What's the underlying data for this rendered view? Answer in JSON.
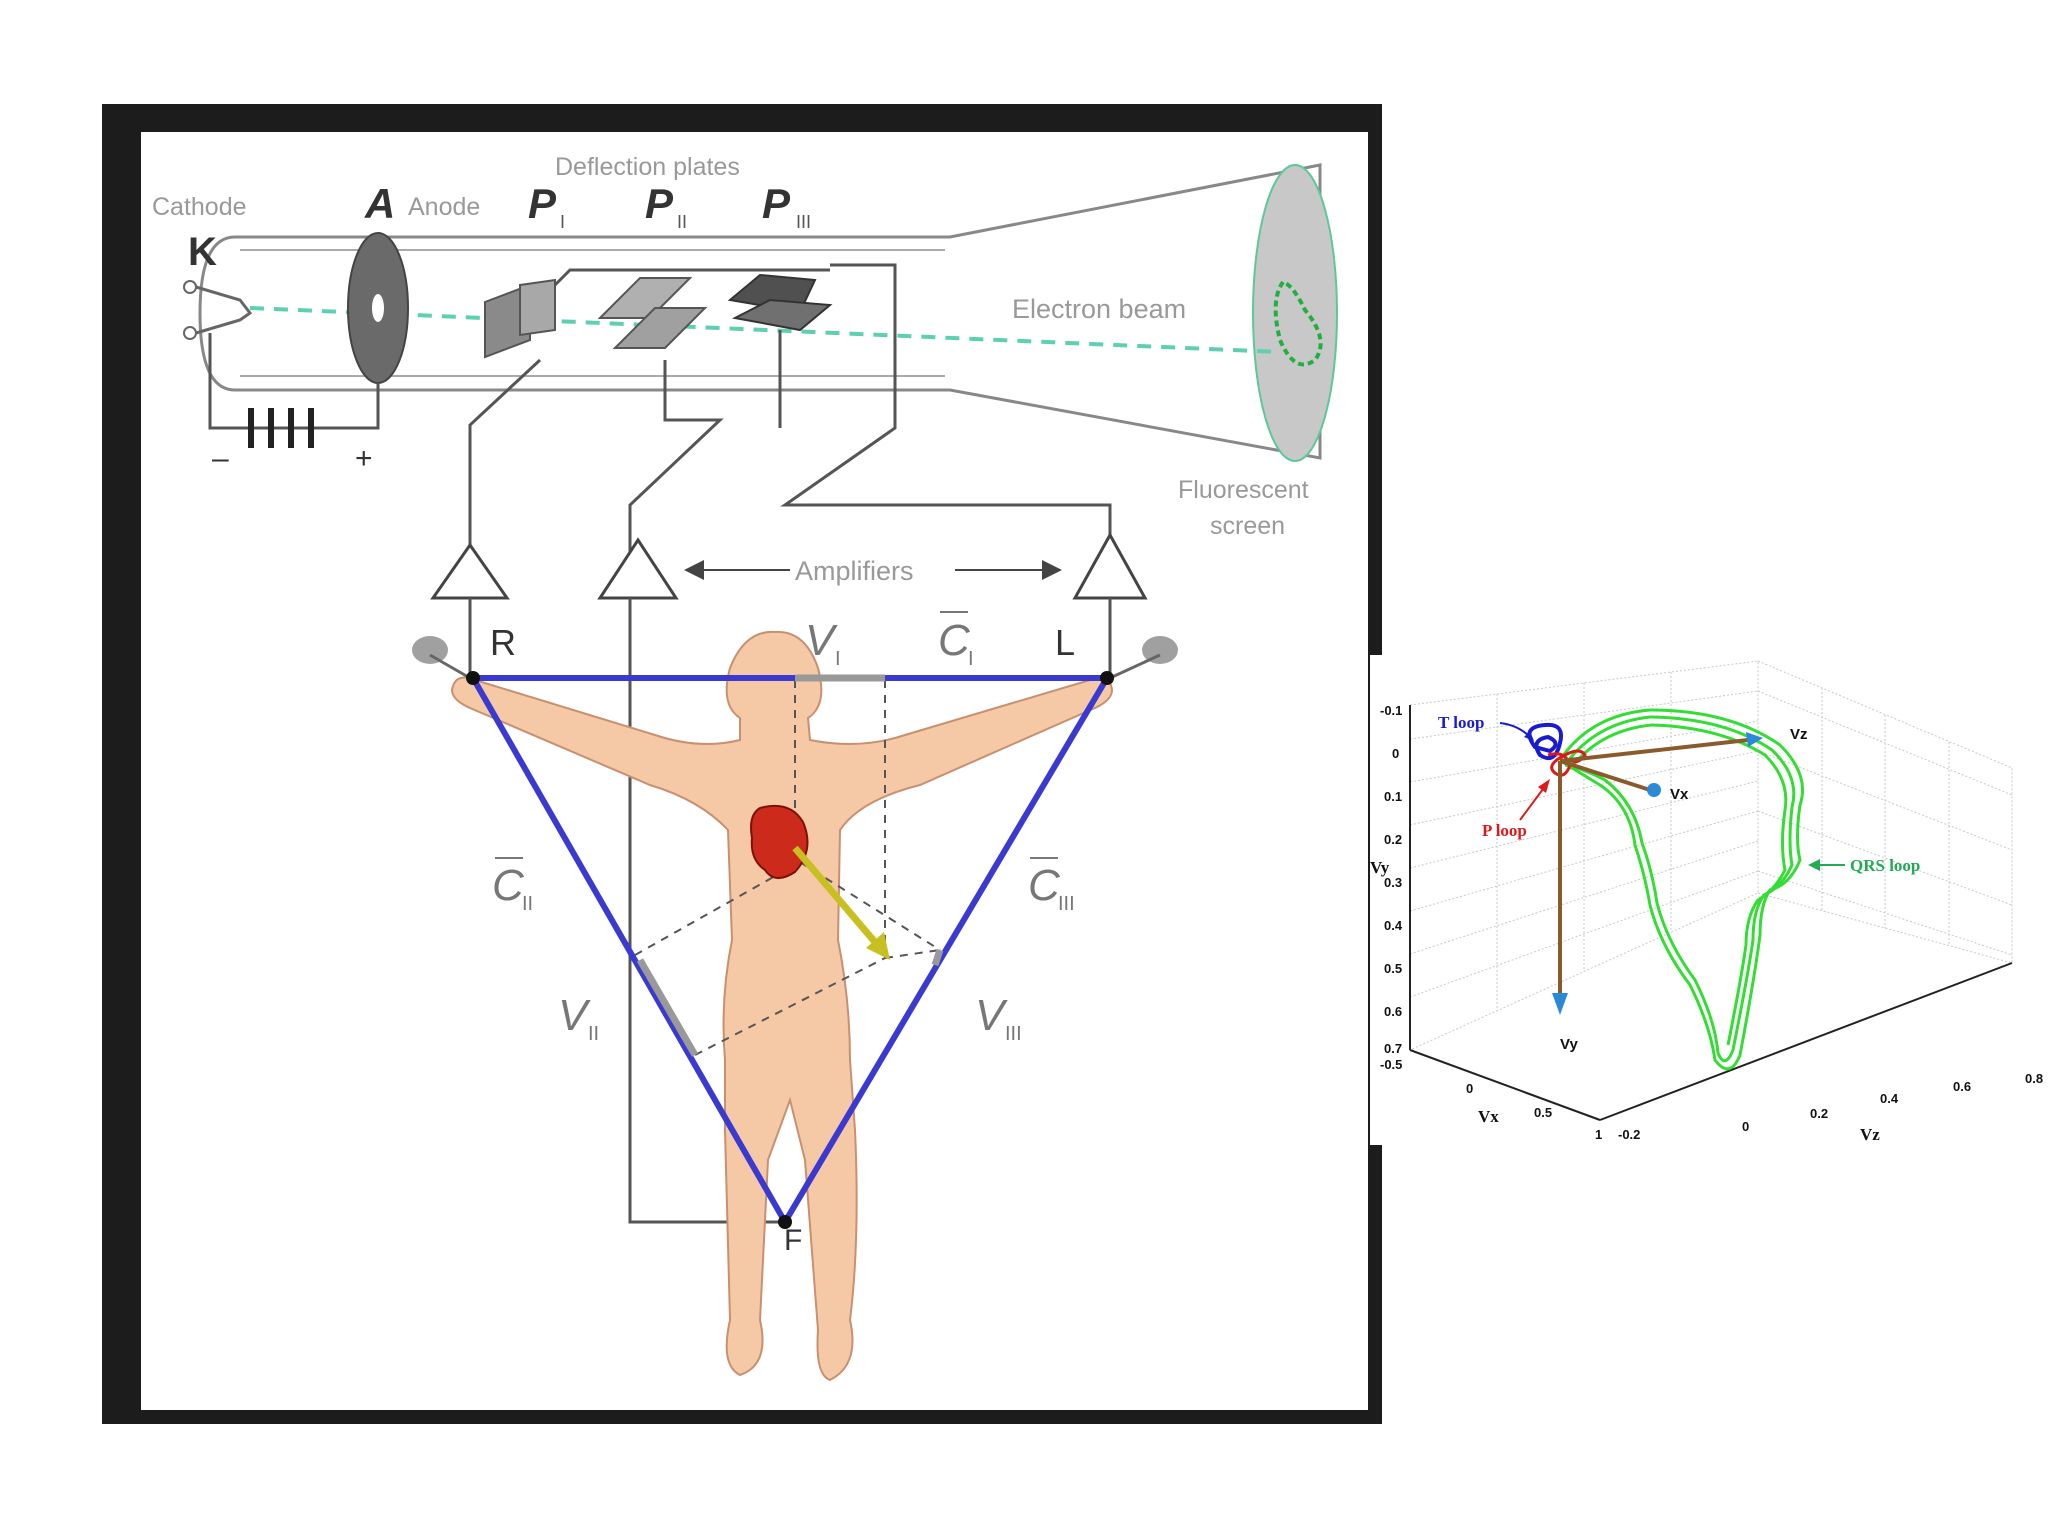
{
  "diagram": {
    "cathode": "Cathode",
    "k_symbol": "K",
    "a_symbol": "A",
    "anode": "Anode",
    "deflection_plates": "Deflection plates",
    "p1": "P",
    "p1_sub": "I",
    "p2": "P",
    "p2_sub": "II",
    "p3": "P",
    "p3_sub": "III",
    "electron_beam": "Electron beam",
    "fluorescent_1": "Fluorescent",
    "fluorescent_2": "screen",
    "amplifiers": "Amplifiers",
    "battery_minus": "–",
    "battery_plus": "+",
    "r_label": "R",
    "l_label": "L",
    "f_label": "F",
    "v1": "V",
    "v1_sub": "I",
    "c1": "C",
    "c1_sub": "I",
    "c2": "C",
    "c2_sub": "II",
    "c3": "C",
    "c3_sub": "III",
    "v2": "V",
    "v2_sub": "II",
    "v3": "V",
    "v3_sub": "III"
  },
  "inset": {
    "t_loop": "T loop",
    "p_loop": "P loop",
    "qrs_loop": "QRS loop",
    "vz_axis": "Vz",
    "vx_axis": "Vx",
    "vy_axis": "Vy",
    "vy_label": "Vy",
    "vx_label": "Vx",
    "vz_label": "Vz",
    "vy_ticks": [
      "-0.1",
      "0",
      "0.1",
      "0.2",
      "0.3",
      "0.4",
      "0.5",
      "0.6",
      "0.7"
    ],
    "vx_ticks": [
      "-0.5",
      "0",
      "0.5",
      "1"
    ],
    "vz_ticks": [
      "-0.2",
      "0",
      "0.2",
      "0.4",
      "0.6",
      "0.8"
    ]
  },
  "colors": {
    "triangle": "#3a3ad0",
    "skin": "#f6c9a6",
    "heart": "#cc2a1a",
    "qrs": "#33dd33",
    "t_loop": "#1a1ad0",
    "p_loop": "#dd1a1a",
    "axis_arrow": "#8b5a2b",
    "arrow_head": "#2a8ad8"
  }
}
